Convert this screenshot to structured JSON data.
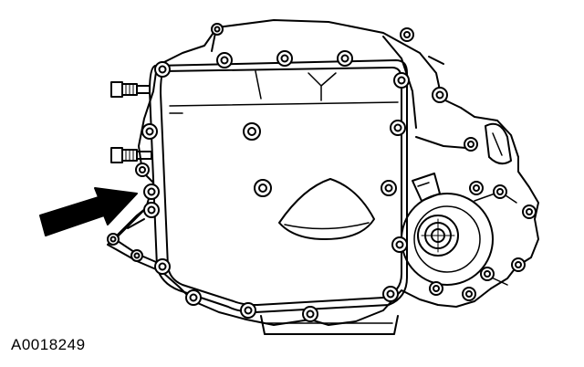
{
  "figure": {
    "code": "A0018249",
    "subject": "transmission-oil-pan-with-bolts",
    "arrow_target": "oil-pan-bolt",
    "line_color": "#000000",
    "background_color": "#ffffff"
  }
}
